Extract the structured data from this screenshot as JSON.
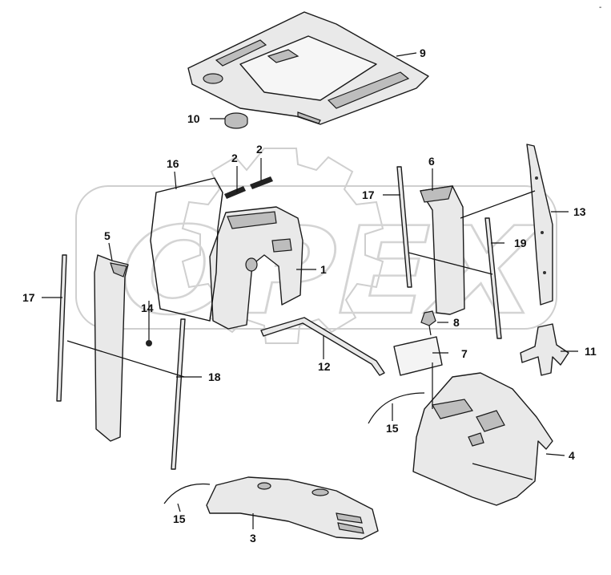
{
  "watermark": {
    "text": "OPEX"
  },
  "corner_mark": "-",
  "callouts": [
    {
      "id": "c1",
      "label": "1"
    },
    {
      "id": "c2a",
      "label": "2"
    },
    {
      "id": "c2b",
      "label": "2"
    },
    {
      "id": "c3",
      "label": "3"
    },
    {
      "id": "c4",
      "label": "4"
    },
    {
      "id": "c5",
      "label": "5"
    },
    {
      "id": "c6",
      "label": "6"
    },
    {
      "id": "c7",
      "label": "7"
    },
    {
      "id": "c8",
      "label": "8"
    },
    {
      "id": "c9",
      "label": "9"
    },
    {
      "id": "c10",
      "label": "10"
    },
    {
      "id": "c11",
      "label": "11"
    },
    {
      "id": "c12",
      "label": "12"
    },
    {
      "id": "c13",
      "label": "13"
    },
    {
      "id": "c14",
      "label": "14"
    },
    {
      "id": "c15a",
      "label": "15"
    },
    {
      "id": "c15b",
      "label": "15"
    },
    {
      "id": "c16",
      "label": "16"
    },
    {
      "id": "c17a",
      "label": "17"
    },
    {
      "id": "c17b",
      "label": "17"
    },
    {
      "id": "c18",
      "label": "18"
    },
    {
      "id": "c19",
      "label": "19"
    }
  ]
}
